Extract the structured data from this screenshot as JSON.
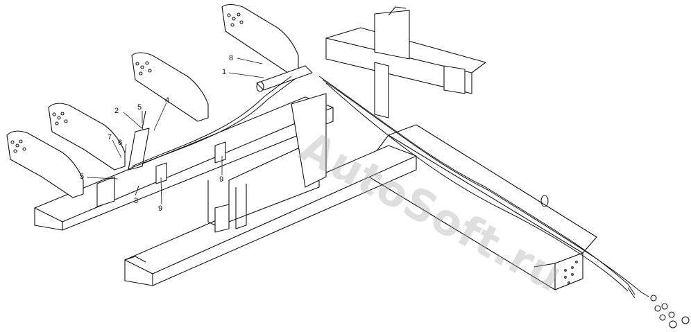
{
  "callouts": {
    "c1": "1",
    "c2": "2",
    "c3": "3",
    "c4": "4",
    "c5a": "5",
    "c5b": "5",
    "c6": "6",
    "c7": "7",
    "c8": "8",
    "c9a": "9",
    "c9b": "9"
  },
  "watermark": "AutoSoft.ru",
  "colors": {
    "line": "#111111",
    "background": "#ffffff",
    "watermark": "#aaaaaa"
  }
}
